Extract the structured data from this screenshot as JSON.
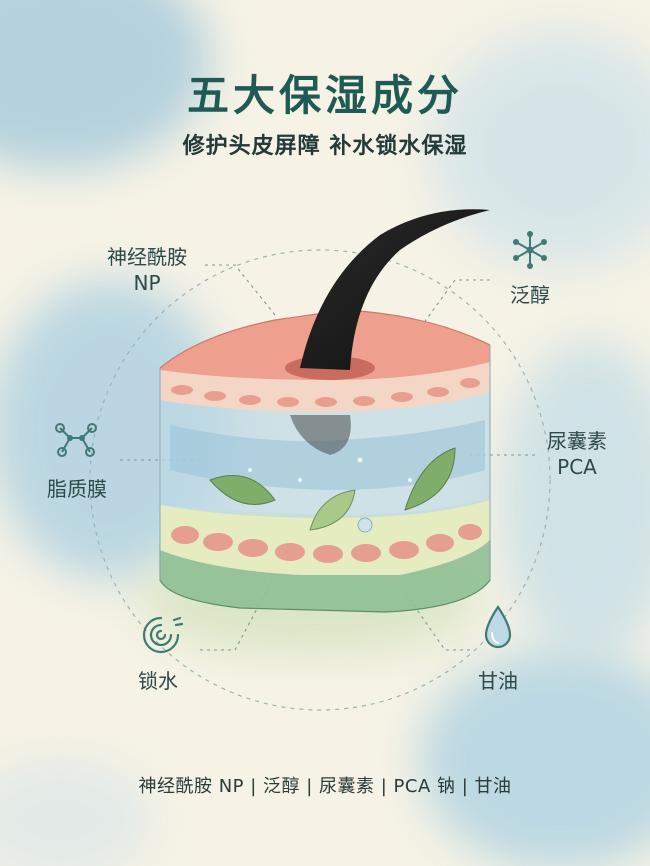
{
  "title": "五大保湿成分",
  "subtitle": "修护头皮屏障 补水锁水保湿",
  "ingredients": [
    {
      "label_line1": "神经酰胺",
      "label_line2": "NP"
    },
    {
      "label_line1": "泛醇"
    },
    {
      "label_line1": "脂质膜"
    },
    {
      "label_line1": "尿囊素",
      "label_line2": "PCA"
    },
    {
      "label_line1": "锁水"
    },
    {
      "label_line1": "甘油"
    }
  ],
  "footer": "神经酰胺 NP | 泛醇 | 尿囊素 | PCA 钠 | 甘油",
  "colors": {
    "title": "#1f5a55",
    "accent": "#3f7a75",
    "watercolor_blue": "#a9cfe0",
    "skin_pink": "#ec9d8f"
  },
  "icons": {
    "ceramide": "molecule-icon",
    "panthenol": "molecule-icon",
    "lipid_film": "molecule-icon",
    "lock_water": "swirl-icon",
    "glycerin": "water-drop-icon"
  }
}
